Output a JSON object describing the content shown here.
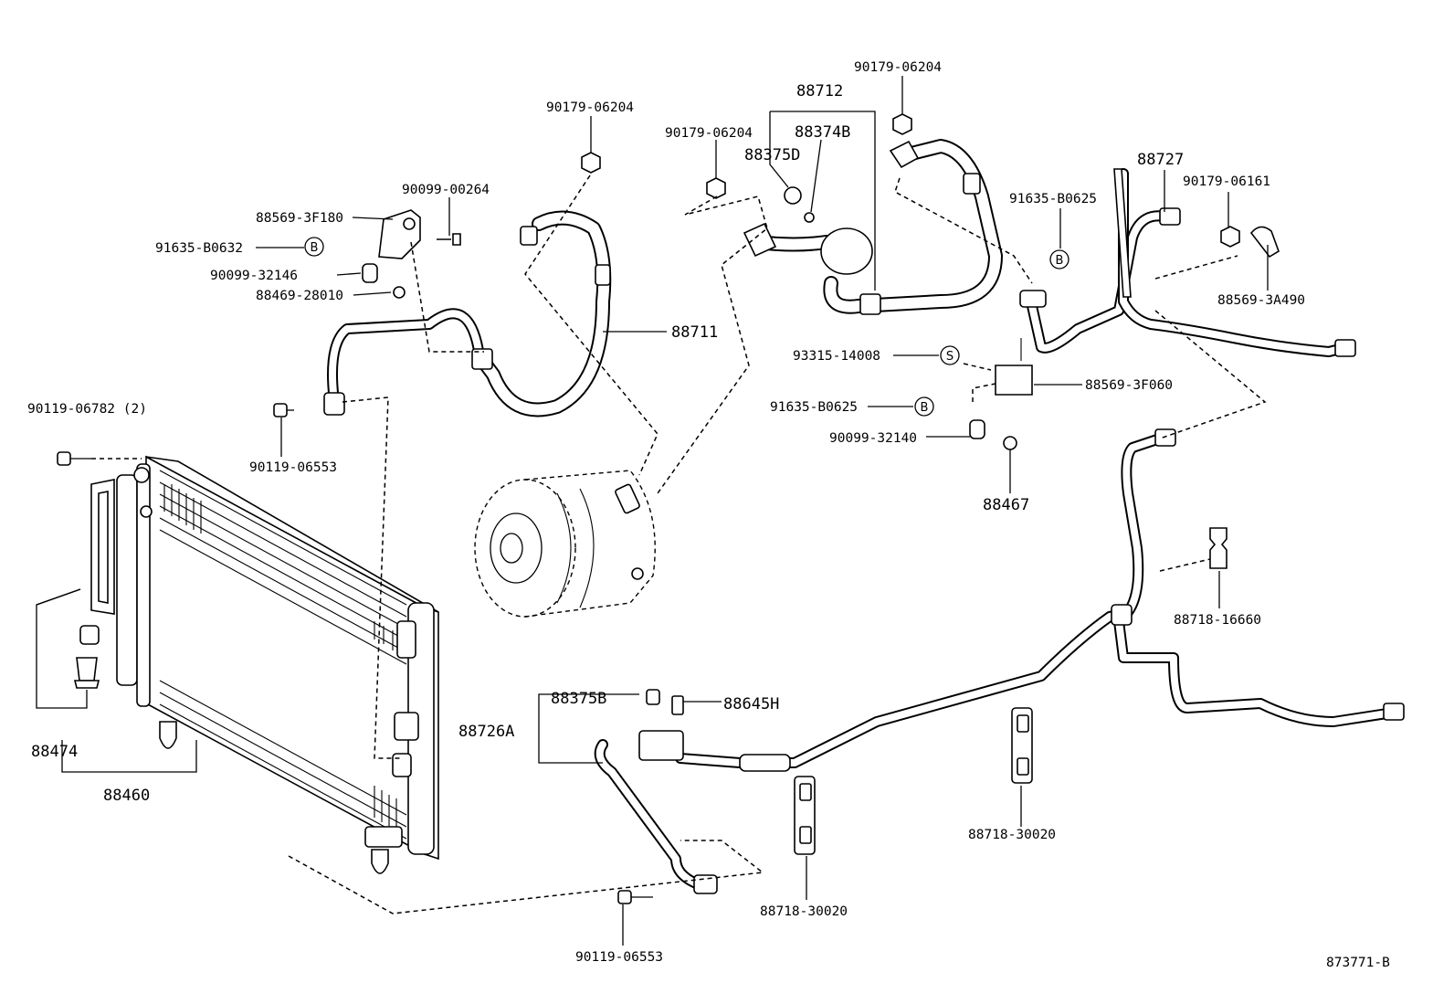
{
  "diagram_id": "873771-B",
  "labels": {
    "p_90179_06204_a": "90179-06204",
    "p_90179_06204_b": "90179-06204",
    "p_90179_06204_c": "90179-06204",
    "p_88712": "88712",
    "p_88374B": "88374B",
    "p_88375D": "88375D",
    "p_88727": "88727",
    "p_91635_B0625_a": "91635-B0625",
    "p_90179_06161": "90179-06161",
    "p_88569_3A490": "88569-3A490",
    "p_90099_00264": "90099-00264",
    "p_88569_3F180": "88569-3F180",
    "p_91635_B0632": "91635-B0632",
    "p_90099_32146": "90099-32146",
    "p_88469_28010": "88469-28010",
    "p_88711": "88711",
    "p_93315_14008": "93315-14008",
    "p_88569_3F060": "88569-3F060",
    "p_91635_B0625_b": "91635-B0625",
    "p_90099_32140": "90099-32140",
    "p_88467": "88467",
    "p_90119_06782": "90119-06782 (2)",
    "p_90119_06553_a": "90119-06553",
    "p_88718_16660": "88718-16660",
    "p_88474": "88474",
    "p_88460": "88460",
    "p_88375B": "88375B",
    "p_88645H": "88645H",
    "p_88726A": "88726A",
    "p_88718_30020_a": "88718-30020",
    "p_88718_30020_b": "88718-30020",
    "p_90119_06553_b": "90119-06553"
  },
  "markers": {
    "bolt_mark": "B",
    "screw_mark": "S"
  }
}
